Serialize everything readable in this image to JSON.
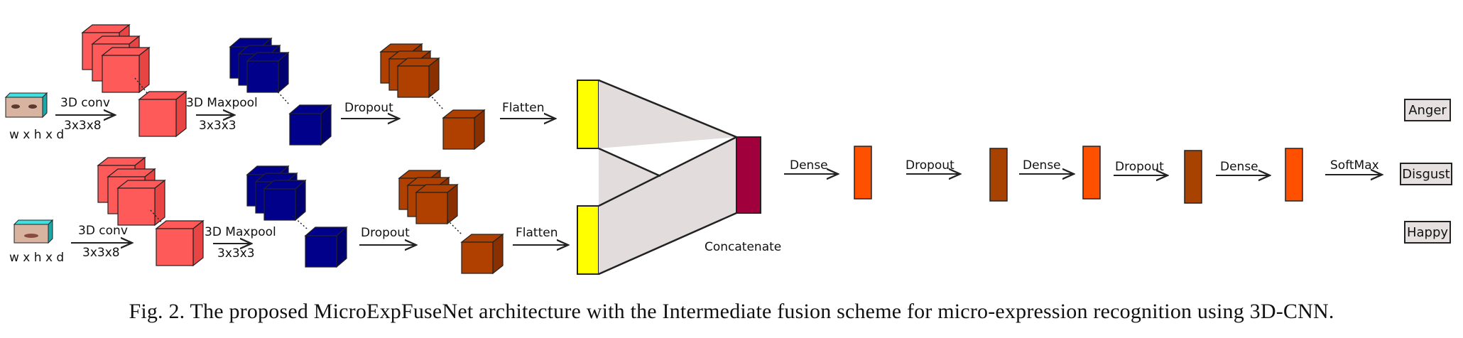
{
  "colors": {
    "conv": "#ff5a5a",
    "pool": "#00008b",
    "dropout": "#b04000",
    "flatten": "#ffff00",
    "concat": "#a0003c",
    "dense": "#ff5000",
    "dense_dropout": "#a84200",
    "fusion": "#e2dcdc",
    "output_box": "#e6e0e0"
  },
  "icons": [
    "eye-region-volume-icon",
    "mouth-region-volume-icon"
  ],
  "streams": [
    {
      "input_label": "w x h x d",
      "conv_label": "3D conv",
      "conv_params": "3x3x8",
      "pool_label": "3D Maxpool",
      "pool_params": "3x3x3",
      "dropout_label": "Dropout",
      "flatten_label": "Flatten"
    },
    {
      "input_label": "w x h x d",
      "conv_label": "3D conv",
      "conv_params": "3x3x8",
      "pool_label": "3D Maxpool",
      "pool_params": "3x3x3",
      "dropout_label": "Dropout",
      "flatten_label": "Flatten"
    }
  ],
  "concat_label": "Concatenate",
  "head_labels": [
    "Dense",
    "Dropout",
    "Dense",
    "Dropout",
    "Dense",
    "SoftMax"
  ],
  "outputs": [
    "Anger",
    "Disgust",
    "Happy"
  ],
  "caption": "Fig. 2.  The proposed MicroExpFuseNet architecture with the Intermediate fusion scheme for micro-expression recognition using 3D-CNN."
}
